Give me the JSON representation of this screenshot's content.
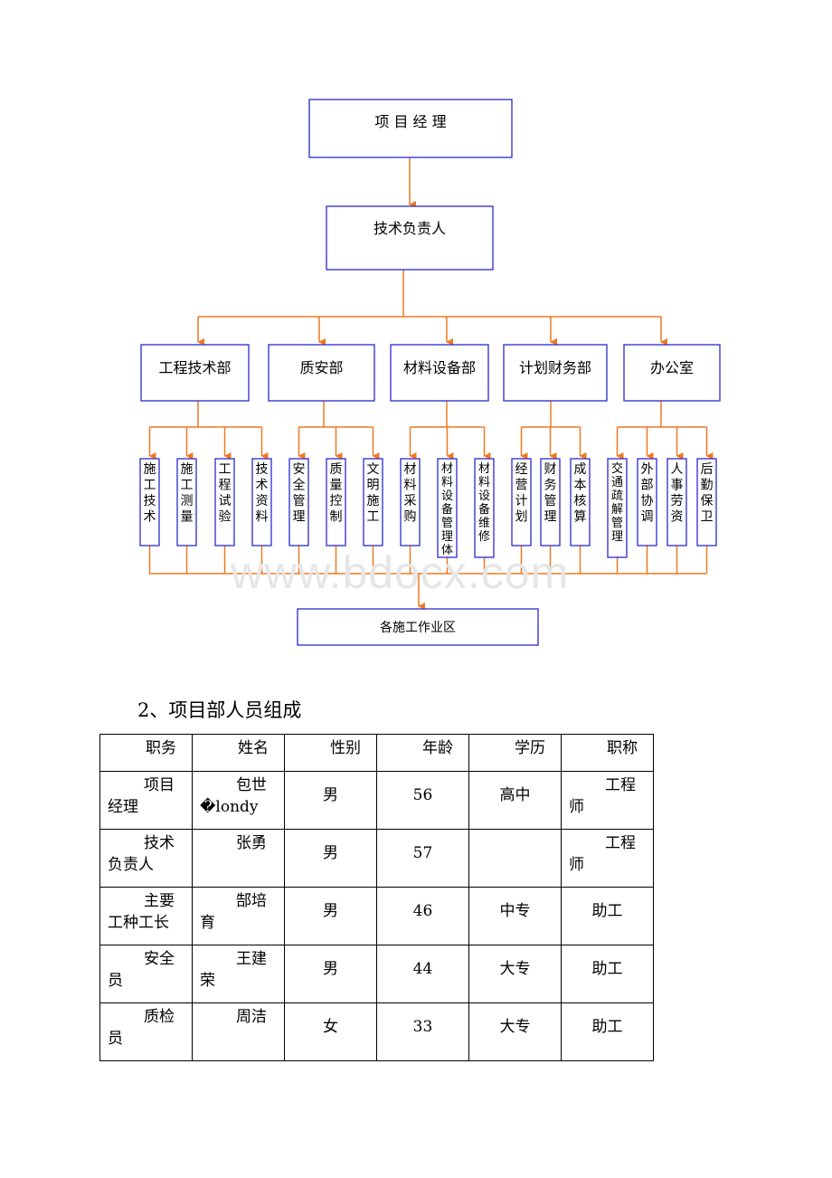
{
  "org": {
    "top": "项 目 经 理",
    "tech_lead": "技术负责人",
    "departments": [
      {
        "name": "工程技术部",
        "units": [
          "施工技术",
          "施工测量",
          "工程试验",
          "技术资料"
        ]
      },
      {
        "name": "质安部",
        "units": [
          "安全管理",
          "质量控制",
          "文明施工"
        ]
      },
      {
        "name": "材料设备部",
        "units": [
          "材料采购",
          "材料设备管理体",
          "材料设备维修"
        ]
      },
      {
        "name": "计划财务部",
        "units": [
          "经营计划",
          "财务管理",
          "成本核算"
        ]
      },
      {
        "name": "办公室",
        "units": [
          "交通疏解管理",
          "外部协调",
          "人事劳资",
          "后勤保卫"
        ]
      }
    ],
    "bottom": "各施工作业区"
  },
  "watermark": "www.bdocx.com",
  "section_title": "2、项目部人员组成",
  "table": {
    "headers": [
      "职务",
      "姓名",
      "性别",
      "年龄",
      "学历",
      "职称"
    ],
    "rows": [
      {
        "role_a": "项目",
        "role_b": "经理",
        "name_a": "包世",
        "name_b": "�londy",
        "gender": "男",
        "age": "56",
        "edu": "高中",
        "title_a": "工程",
        "title_b": "师"
      },
      {
        "role_a": "技术",
        "role_b": "负责人",
        "name_a": "张勇",
        "name_b": "",
        "gender": "男",
        "age": "57",
        "edu": "",
        "title_a": "工程",
        "title_b": "师"
      },
      {
        "role_a": "主要",
        "role_b": "工种工长",
        "name_a": "郜培",
        "name_b": "育",
        "gender": "男",
        "age": "46",
        "edu": "中专",
        "title_a": "助工",
        "title_b": ""
      },
      {
        "role_a": "安全",
        "role_b": "员",
        "name_a": "王建",
        "name_b": "荣",
        "gender": "男",
        "age": "44",
        "edu": "大专",
        "title_a": "助工",
        "title_b": ""
      },
      {
        "role_a": "质检",
        "role_b": "员",
        "name_a": "周洁",
        "name_b": "",
        "gender": "女",
        "age": "33",
        "edu": "大专",
        "title_a": "助工",
        "title_b": ""
      }
    ]
  },
  "colors": {
    "box_border": "#2a2ad0",
    "connector": "#f07820"
  }
}
